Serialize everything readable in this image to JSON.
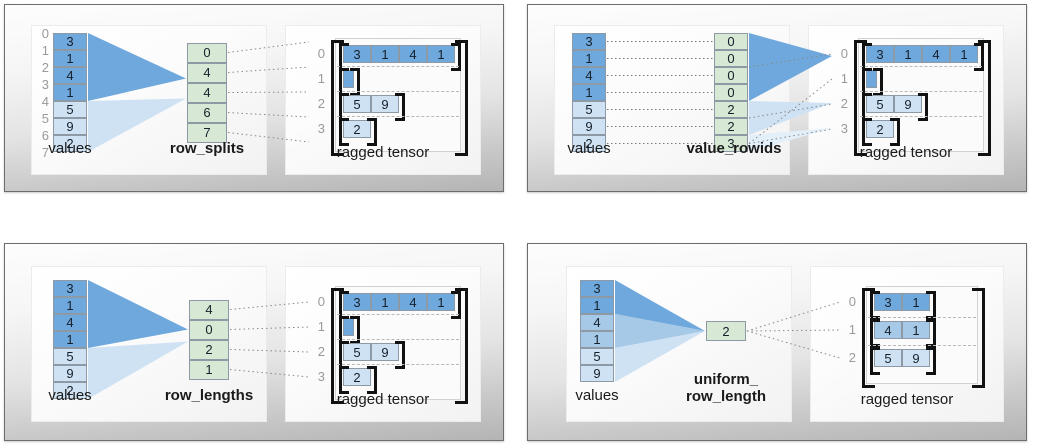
{
  "figure": {
    "shared": {
      "values_label": "values",
      "ragged_label": "ragged tensor"
    },
    "panels": [
      {
        "id": "row-splits",
        "encoding_label": "row_splits",
        "values": [
          "3",
          "1",
          "4",
          "1",
          "5",
          "9",
          "2"
        ],
        "value_shades": [
          0,
          0,
          0,
          0,
          2,
          2,
          2
        ],
        "value_indices": [
          "0",
          "1",
          "2",
          "3",
          "4",
          "5",
          "6",
          "7"
        ],
        "show_value_indices": true,
        "encoding_cells": [
          "0",
          "4",
          "4",
          "6",
          "7"
        ],
        "ragged_row_indices": [
          "0",
          "1",
          "2",
          "3"
        ],
        "ragged_rows": [
          {
            "cells": [
              "3",
              "1",
              "4",
              "1"
            ],
            "shade": 0
          },
          {
            "cells": [],
            "shade": 0
          },
          {
            "cells": [
              "5",
              "9"
            ],
            "shade": 2
          },
          {
            "cells": [
              "2"
            ],
            "shade": 2
          }
        ]
      },
      {
        "id": "value-rowids",
        "encoding_label": "value_rowids",
        "values": [
          "3",
          "1",
          "4",
          "1",
          "5",
          "9",
          "2"
        ],
        "value_shades": [
          0,
          0,
          0,
          0,
          2,
          2,
          2
        ],
        "value_indices": [],
        "show_value_indices": false,
        "encoding_cells": [
          "0",
          "0",
          "0",
          "0",
          "2",
          "2",
          "3"
        ],
        "ragged_row_indices": [
          "0",
          "1",
          "2",
          "3"
        ],
        "ragged_rows": [
          {
            "cells": [
              "3",
              "1",
              "4",
              "1"
            ],
            "shade": 0
          },
          {
            "cells": [],
            "shade": 0
          },
          {
            "cells": [
              "5",
              "9"
            ],
            "shade": 2
          },
          {
            "cells": [
              "2"
            ],
            "shade": 2
          }
        ]
      },
      {
        "id": "row-lengths",
        "encoding_label": "row_lengths",
        "values": [
          "3",
          "1",
          "4",
          "1",
          "5",
          "9",
          "2"
        ],
        "value_shades": [
          0,
          0,
          0,
          0,
          2,
          2,
          2
        ],
        "value_indices": [],
        "show_value_indices": false,
        "encoding_cells": [
          "4",
          "0",
          "2",
          "1"
        ],
        "ragged_row_indices": [
          "0",
          "1",
          "2",
          "3"
        ],
        "ragged_rows": [
          {
            "cells": [
              "3",
              "1",
              "4",
              "1"
            ],
            "shade": 0
          },
          {
            "cells": [],
            "shade": 0
          },
          {
            "cells": [
              "5",
              "9"
            ],
            "shade": 2
          },
          {
            "cells": [
              "2"
            ],
            "shade": 2
          }
        ]
      },
      {
        "id": "uniform-row-length",
        "encoding_label": "uniform_\nrow_length",
        "values": [
          "3",
          "1",
          "4",
          "1",
          "5",
          "9"
        ],
        "value_shades": [
          0,
          0,
          1,
          1,
          2,
          2
        ],
        "value_indices": [],
        "show_value_indices": false,
        "encoding_cells": [
          "2"
        ],
        "ragged_row_indices": [
          "0",
          "1",
          "2"
        ],
        "ragged_rows": [
          {
            "cells": [
              "3",
              "1"
            ],
            "shade": 0
          },
          {
            "cells": [
              "4",
              "1"
            ],
            "shade": 1
          },
          {
            "cells": [
              "5",
              "9"
            ],
            "shade": 2
          }
        ]
      }
    ],
    "colors": {
      "shade_dark": "#6fa8dc",
      "shade_mid": "#a6c9e8",
      "shade_light": "#cfe2f3",
      "encoding_green": "#d7e8d4",
      "bracket": "#111111",
      "index_gray": "#9a9a9a"
    }
  }
}
